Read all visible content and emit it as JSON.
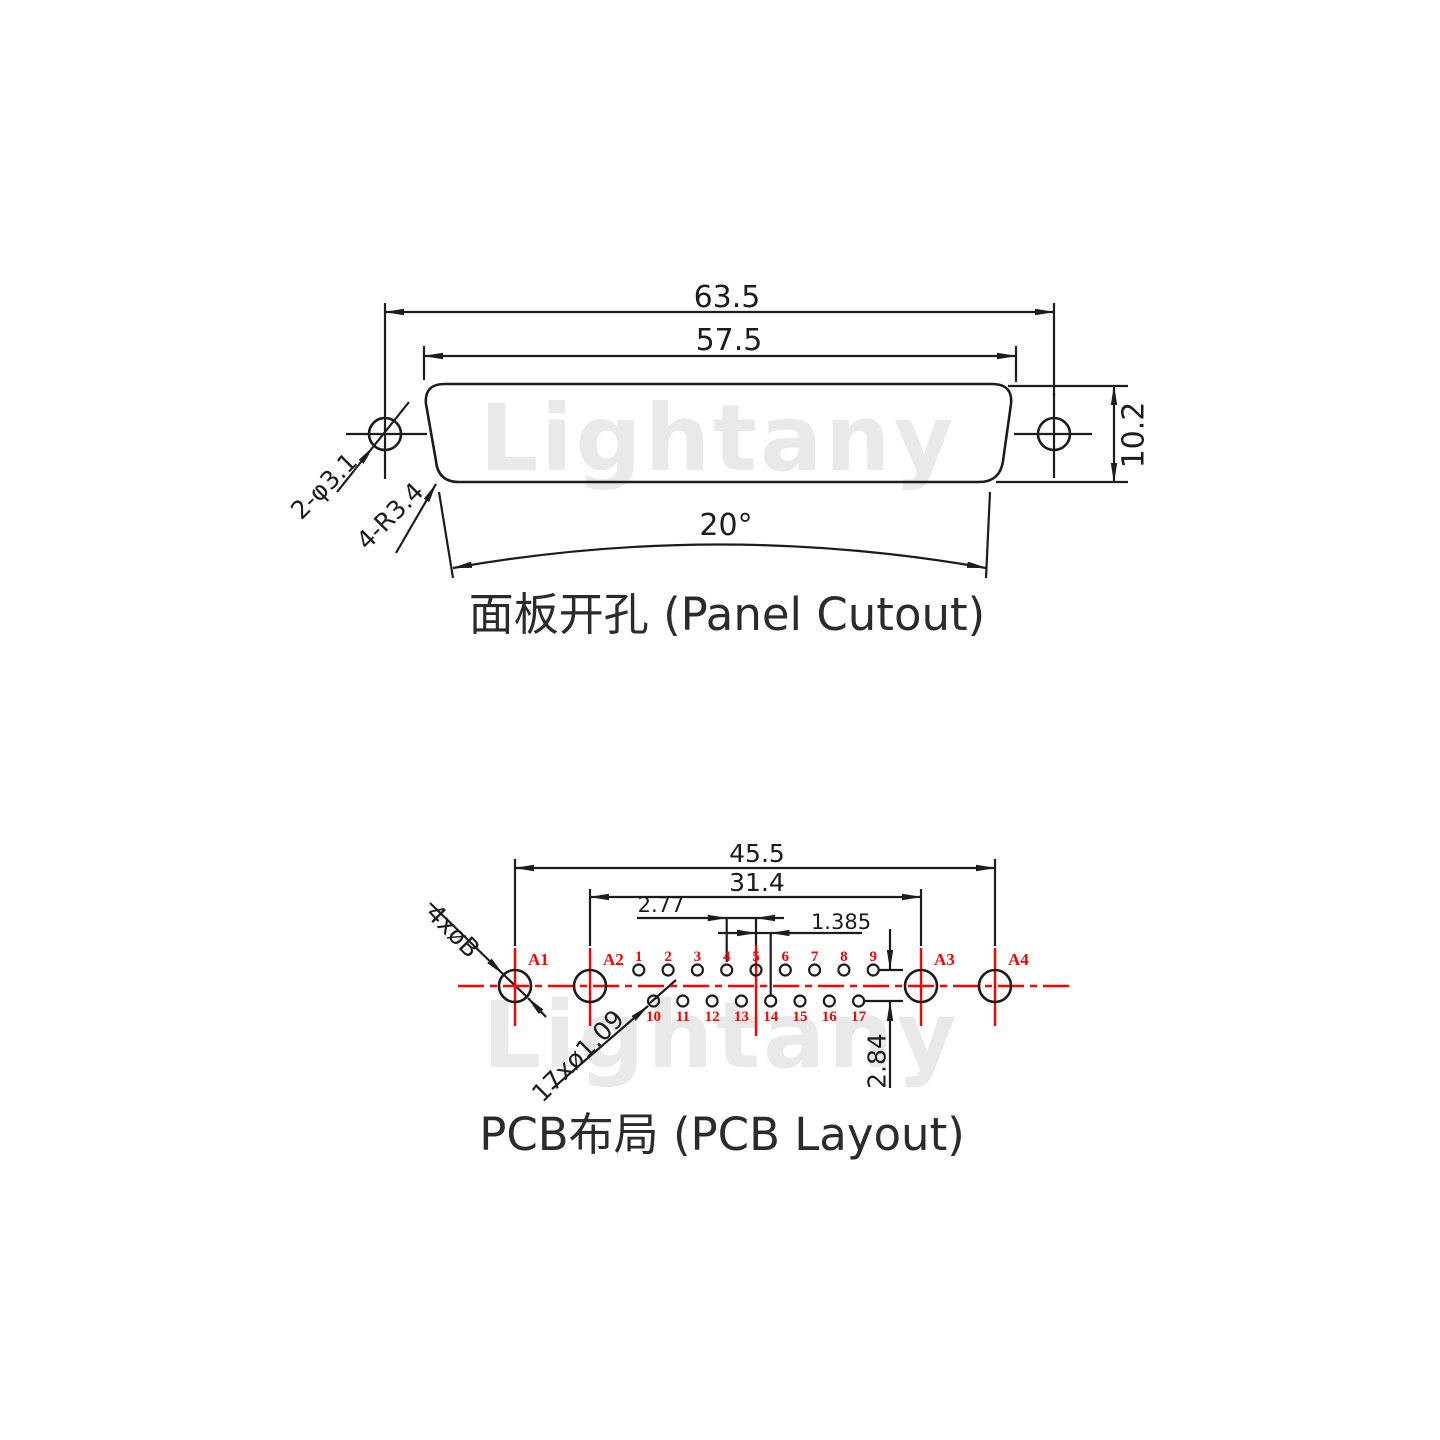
{
  "watermark": "Lightany",
  "colors": {
    "line": "#1c1c1c",
    "red": "#fe0000",
    "watermark": "#e9e9e9",
    "title": "#2b2b2b"
  },
  "panel": {
    "title": "面板开孔 (Panel Cutout)",
    "dim_outer": "63.5",
    "dim_inner": "57.5",
    "dim_height": "10.2",
    "dim_angle": "20°",
    "label_holes": "2-φ3.1",
    "label_radius": "4-R3.4"
  },
  "pcb": {
    "title": "PCB布局 (PCB Layout)",
    "dim_outer": "45.5",
    "dim_inner": "31.4",
    "dim_pitch": "2.77",
    "dim_offset": "1.385",
    "dim_row": "2.84",
    "label_coax": "4xøB",
    "label_pins": "17xø1.09",
    "coax_labels": [
      "A1",
      "A2",
      "A3",
      "A4"
    ],
    "pins_top": [
      "1",
      "2",
      "3",
      "4",
      "5",
      "6",
      "7",
      "8",
      "9"
    ],
    "pins_bottom": [
      "10",
      "11",
      "12",
      "13",
      "14",
      "15",
      "16",
      "17"
    ]
  }
}
